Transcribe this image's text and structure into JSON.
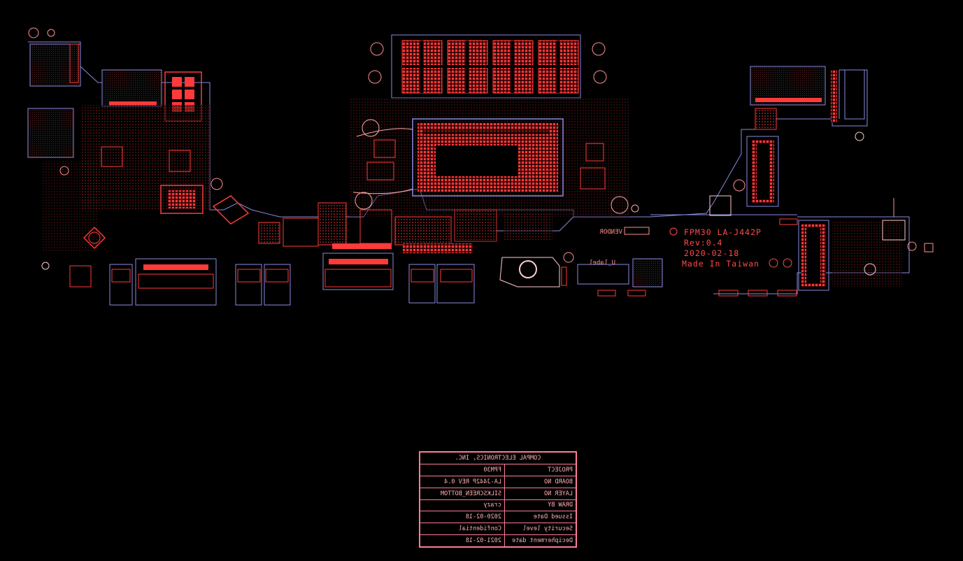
{
  "board_marking": {
    "project_line": "FPM30 LA-J442P",
    "revision": "Rev:0.4",
    "date": "2020-02-18",
    "origin": "Made In Taiwan",
    "mirrored_label_vendor": "VENDOR",
    "mirrored_label_sub": "U_label"
  },
  "colors": {
    "background": "#000000",
    "copper": "#ff3a3a",
    "outline": "#8a8ae0",
    "silkscreen": "#ff4a4a",
    "hatch": "#30c040",
    "title_block": "#ff7a9a"
  },
  "title_block": {
    "company": "COMPAL ELECTRONICS, INC.",
    "rows": [
      {
        "label": "PROJECT",
        "value": "FPM30"
      },
      {
        "label": "BOARD NO",
        "value": "LA-J442P  REV  0.4"
      },
      {
        "label": "LAYER NO",
        "value": "SILKSCREEN_BOTTOM"
      },
      {
        "label": "DRAW BY",
        "value": "crazy"
      },
      {
        "label": "Issued  Date",
        "value": "2020-02-18"
      },
      {
        "label": "Security level",
        "value": "Confidential"
      },
      {
        "label": "Decipherment date",
        "value": "2021-02-18"
      }
    ]
  }
}
